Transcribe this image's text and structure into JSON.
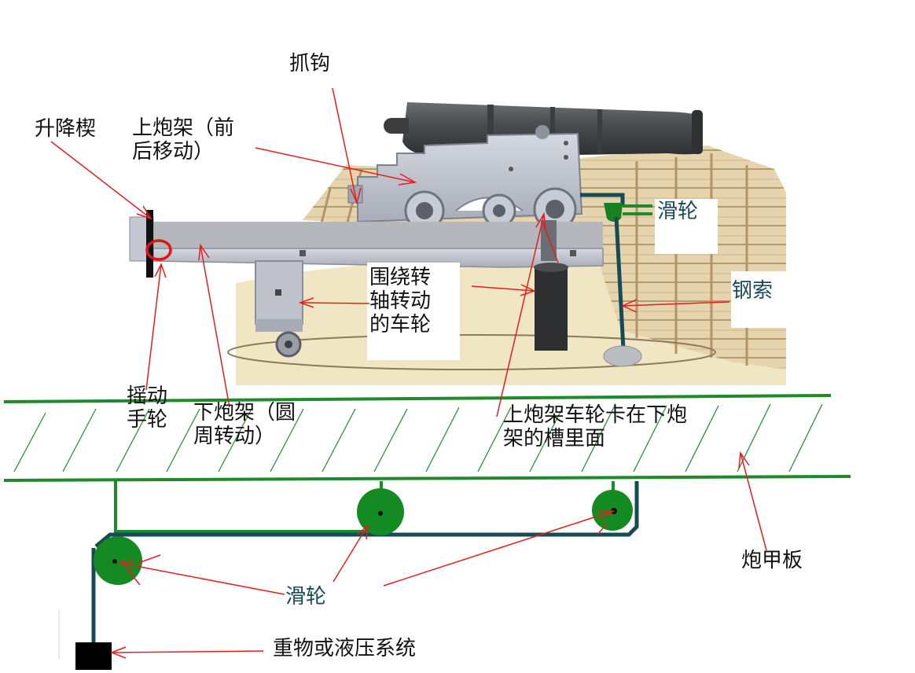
{
  "labels": {
    "hook": "抓钩",
    "elevating_wedge": "升降楔",
    "upper_carriage": [
      "上炮架（前",
      "后移动）"
    ],
    "pulley_top": "滑轮",
    "steel_cable": "钢索",
    "pivot_wheels": [
      "围绕转",
      "轴转动",
      "的车轮"
    ],
    "hand_wheel": [
      "摇动",
      "手轮"
    ],
    "lower_carriage": [
      "下炮架（圆",
      "周转动）"
    ],
    "wheels_in_groove": [
      "上炮架车轮卡在下炮",
      "架的槽里面"
    ],
    "armor_deck": "炮甲板",
    "pulleys_bottom": "滑轮",
    "weight_or_hydraulic": "重物或液压系统"
  },
  "colors": {
    "arrow": "#e02020",
    "deck_line": "#1f8a2a",
    "cable": "#164a54",
    "pulley": "#138a22",
    "weight": "#000000",
    "hand_wheel_ring": "#e01515",
    "carriage": "#b8bcc6",
    "barrel": "#45484a",
    "fort_wall": "#e2cfa6",
    "ground": "#efe3bd"
  }
}
